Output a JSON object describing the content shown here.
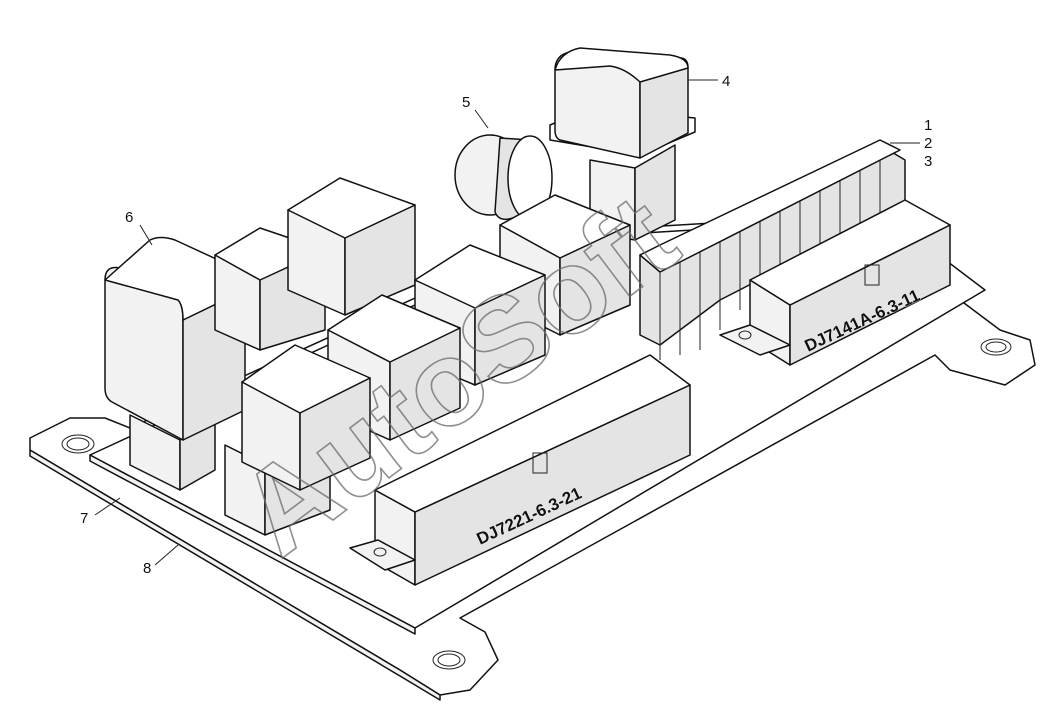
{
  "callouts": [
    {
      "id": "1",
      "text": "1"
    },
    {
      "id": "2",
      "text": "2"
    },
    {
      "id": "3",
      "text": "3"
    },
    {
      "id": "4",
      "text": "4"
    },
    {
      "id": "5",
      "text": "5"
    },
    {
      "id": "6",
      "text": "6"
    },
    {
      "id": "7",
      "text": "7"
    },
    {
      "id": "8",
      "text": "8"
    }
  ],
  "connectors": {
    "front": "DJ7221-6.3-21",
    "rear": "DJ7141A-6.3-11"
  },
  "watermark": "AutoSoft"
}
